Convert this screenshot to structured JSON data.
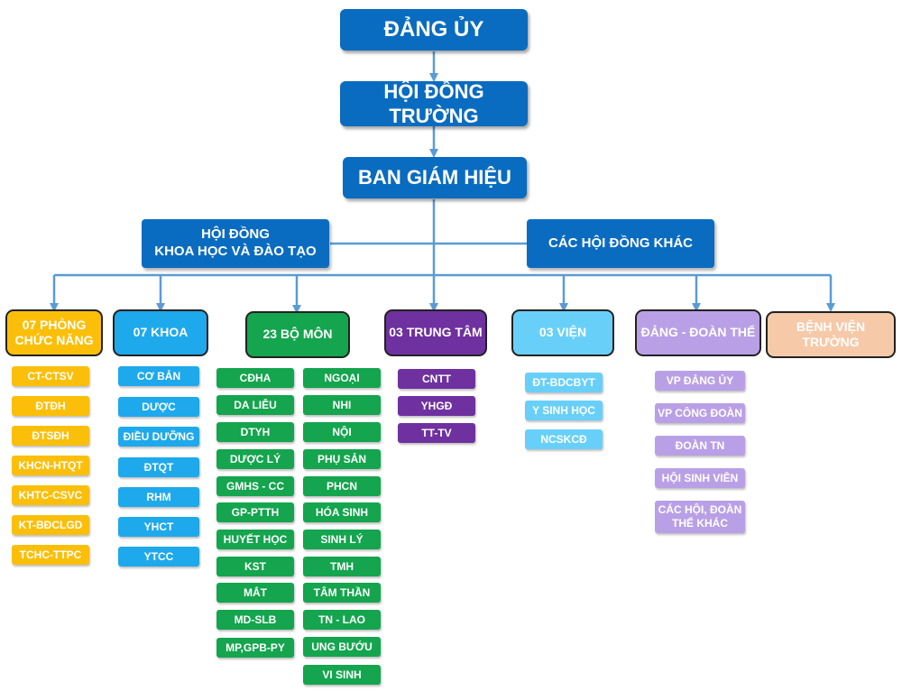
{
  "top": {
    "dang_uy": "ĐẢNG ỦY",
    "hoi_dong_truong": "HỘI ĐỒNG TRƯỜNG",
    "ban_giam_hieu": "BAN GIÁM HIỆU"
  },
  "councils": {
    "khoa_hoc_line1": "HỘI ĐỒNG",
    "khoa_hoc_line2": "KHOA HỌC VÀ ĐÀO TẠO",
    "khac": "CÁC HỘI ĐỒNG KHÁC"
  },
  "colors": {
    "primary": "#0a6cc0",
    "connector": "#5b9bd5"
  },
  "columns": [
    {
      "title_line1": "07 PHÒNG",
      "title_line2": "CHỨC NĂNG",
      "items": [
        "CT-CTSV",
        "ĐTĐH",
        "ĐTSĐH",
        "KHCN-HTQT",
        "KHTC-CSVC",
        "KT-BĐCLGD",
        "TCHC-TTPC"
      ]
    },
    {
      "title": "07 KHOA",
      "items": [
        "CƠ BẢN",
        "DƯỢC",
        "ĐIỀU DƯỠNG",
        "ĐTQT",
        "RHM",
        "YHCT",
        "YTCC"
      ]
    },
    {
      "title": "23 BỘ MÔN",
      "items_left": [
        "CĐHA",
        "DA LIỄU",
        "DTYH",
        "DƯỢC LÝ",
        "GMHS - CC",
        "GP-PTTH",
        "HUYẾT HỌC",
        "KST",
        "MẮT",
        "MD-SLB",
        "MP,GPB-PY"
      ],
      "items_right": [
        "NGOẠI",
        "NHI",
        "NỘI",
        "PHỤ SẢN",
        "PHCN",
        "HÓA SINH",
        "SINH LÝ",
        "TMH",
        "TÂM THẦN",
        "TN - LAO",
        "UNG BƯỚU",
        "VI SINH"
      ]
    },
    {
      "title": "03 TRUNG TÂM",
      "items": [
        "CNTT",
        "YHGĐ",
        "TT-TV"
      ]
    },
    {
      "title": "03 VIỆN",
      "items": [
        "ĐT-BDCBYT",
        "Y SINH HỌC",
        "NCSKCĐ"
      ]
    },
    {
      "title": "ĐẢNG - ĐOÀN THỂ",
      "items": [
        "VP  ĐẢNG ỦY",
        "VP CÔNG ĐOÀN",
        "ĐOÀN TN",
        "HỘI SINH VIÊN"
      ],
      "last_line1": "CÁC HỘI, ĐOÀN",
      "last_line2": "THỂ KHÁC"
    },
    {
      "title": "BỆNH VIỆN TRƯỜNG",
      "items": []
    }
  ]
}
